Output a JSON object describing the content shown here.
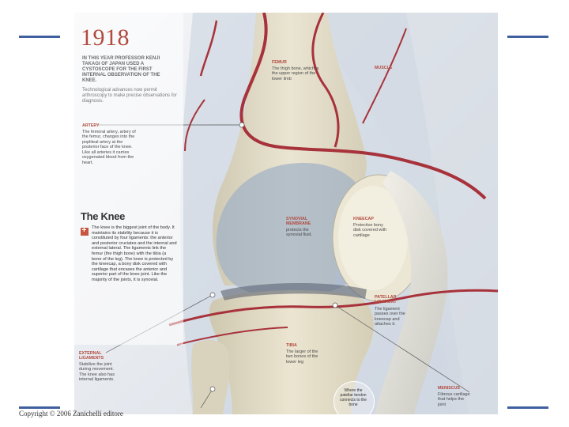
{
  "slide": {
    "copyright": "Copyright © 2006 Zanichelli editore"
  },
  "colors": {
    "accent_bar": "#3f5f9e",
    "label_red": "#b24a3e",
    "bone": "#e3dbc4",
    "vessel": "#a8323b"
  },
  "illustration": {
    "year": "1918",
    "intro_caps": "IN THIS YEAR PROFESSOR KENJI TAKAGI OF JAPAN USED A CYSTOSCOPE FOR THE FIRST INTERNAL OBSERVATION OF THE KNEE.",
    "intro_body": "Technological advances now permit arthroscopy to make precise observations for diagnosis.",
    "labels": {
      "femur": {
        "title": "FEMUR",
        "body": "The thigh bone, which is the upper region of the lower limb"
      },
      "muscle": {
        "title": "MUSCLE"
      },
      "artery": {
        "title": "ARTERY",
        "body": "The femoral artery, artery of the femur, changes into the popliteal artery at the posterior face of the knee. Like all arteries it carries oxygenated blood from the heart."
      },
      "synovial": {
        "title": "SYNOVIAL MEMBRANE",
        "body": "protects the synovial fluid."
      },
      "kneecap": {
        "title": "KNEECAP",
        "body": "Protective bony disk covered with cartilage"
      },
      "patellar": {
        "title": "PATELLAR LIGAMENT",
        "body": "The ligament passes over the kneecap and attaches it."
      },
      "external": {
        "title": "EXTERNAL LIGAMENTS",
        "body": "Stabilize the joint during movement. The knee also has internal ligaments."
      },
      "tibia": {
        "title": "TIBIA",
        "body": "The larger of the two bones of the lower leg"
      },
      "meniscus": {
        "title": "MENISCUS",
        "body": "Fibrous cartilage that helps the joint"
      },
      "fibula_circle": "Where the patellar tendon connects to the bone"
    },
    "knee": {
      "title": "The Knee",
      "body": "The knee is the biggest joint of the body. It maintains its stability because it is constituted by four ligaments: the anterior and posterior cruciates and the internal and external lateral. The ligaments link the femur (the thigh bone) with the tibia (a bone of the leg). The knee is protected by the kneecap, a bony disk covered with cartilage that encases the anterior and superior part of the knee joint. Like the majority of the joints, it is synovial."
    }
  }
}
